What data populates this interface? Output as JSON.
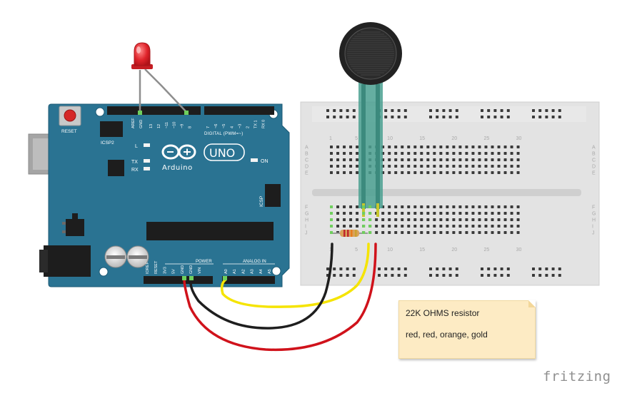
{
  "board": {
    "reset_label": "RESET",
    "icsp2_label": "ICSP2",
    "icsp_label": "ICSP",
    "logo_text": "Arduino",
    "model": "UNO",
    "on_label": "ON",
    "l_label": "L",
    "tx_label": "TX",
    "rx_label": "RX",
    "digital_label": "DIGITAL (PWM=~)",
    "analog_label": "ANALOG IN",
    "power_label": "POWER",
    "aref_label": "AREF",
    "gnd_label": "GND",
    "power_pins": [
      "IOREF",
      "RESET",
      "3V3",
      "5V",
      "GND",
      "GND",
      "VIN"
    ],
    "analog_pins": [
      "A0",
      "A1",
      "A2",
      "A3",
      "A4",
      "A5"
    ],
    "digital_pins": [
      "13",
      "12",
      "~11",
      "~10",
      "~9",
      "8",
      "7",
      "~6",
      "~5",
      "4",
      "~3",
      "2",
      "TX 1",
      "RX 0"
    ],
    "colors": {
      "pcb": "#2a7392",
      "pcb_edge": "#1c5a75"
    }
  },
  "breadboard": {
    "row_letters_top": [
      "A",
      "B",
      "C",
      "D",
      "E"
    ],
    "row_letters_bottom": [
      "F",
      "G",
      "H",
      "I",
      "J"
    ],
    "column_numbers": [
      "1",
      "5",
      "10",
      "15",
      "20",
      "25",
      "30"
    ]
  },
  "wires": {
    "yellow": "#f5e400",
    "black": "#1e1e1e",
    "red": "#d0121b",
    "led_leg": "#8e8e8e"
  },
  "note": {
    "line1": "22K OHMS resistor",
    "line2": "red, red, orange, gold"
  },
  "logo": {
    "text": "fritzing"
  }
}
